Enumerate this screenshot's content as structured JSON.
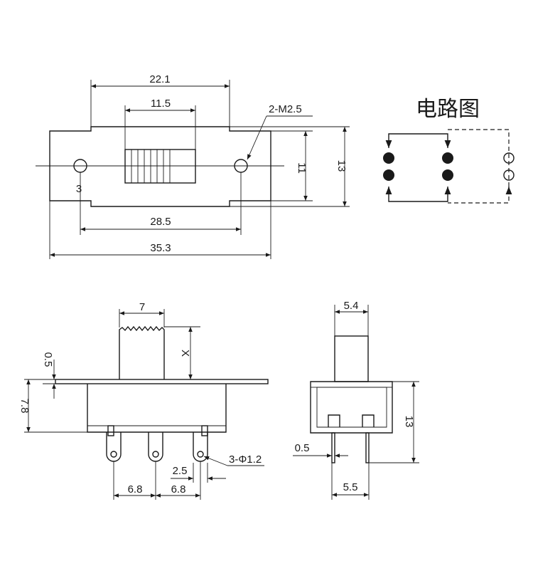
{
  "circuit_title": "电路图",
  "top_view": {
    "dim_overall_width": "35.3",
    "dim_hole_spacing": "28.5",
    "dim_body_width": "22.1",
    "dim_actuator_width": "11.5",
    "dim_height_total": "13",
    "dim_height_inner": "11",
    "dim_hole_label": "3",
    "screw_callout": "2-M2.5"
  },
  "front_view": {
    "dim_knob_width": "7",
    "dim_knob_height": "X",
    "dim_plate_thickness": "0.5",
    "dim_body_height": "7.8",
    "dim_pin_pitch_1": "6.8",
    "dim_pin_pitch_2": "6.8",
    "dim_pin_width": "2.5",
    "pin_hole_callout": "3-Φ1.2"
  },
  "side_view": {
    "dim_knob_width": "5.4",
    "dim_body_height": "13",
    "dim_pin_thickness": "0.5",
    "dim_pin_spacing": "5.5"
  }
}
